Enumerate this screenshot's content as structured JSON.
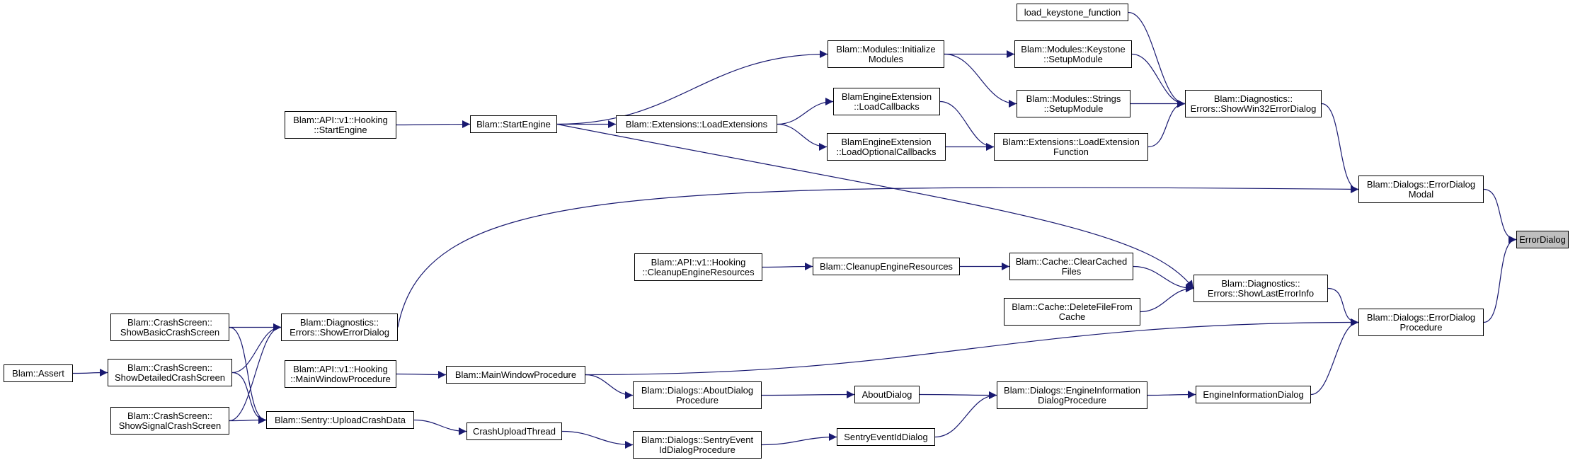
{
  "edge_color": "#191970",
  "node_border_color": "#000000",
  "highlight_color": "#bfbfbf",
  "nodes": [
    {
      "id": "error_dialog",
      "lines": [
        "ErrorDialog"
      ],
      "highlight": true
    },
    {
      "id": "load_keystone",
      "lines": [
        "load_keystone_function"
      ]
    },
    {
      "id": "modules_init",
      "lines": [
        "Blam::Modules::Initialize",
        "Modules"
      ]
    },
    {
      "id": "keystone_setup",
      "lines": [
        "Blam::Modules::Keystone",
        "::SetupModule"
      ]
    },
    {
      "id": "strings_setup",
      "lines": [
        "Blam::Modules::Strings",
        "::SetupModule"
      ]
    },
    {
      "id": "show_win32",
      "lines": [
        "Blam::Diagnostics::",
        "Errors::ShowWin32ErrorDialog"
      ]
    },
    {
      "id": "api_start",
      "lines": [
        "Blam::API::v1::Hooking",
        "::StartEngine"
      ]
    },
    {
      "id": "start_engine",
      "lines": [
        "Blam::StartEngine"
      ]
    },
    {
      "id": "load_extensions",
      "lines": [
        "Blam::Extensions::LoadExtensions"
      ]
    },
    {
      "id": "load_callbacks",
      "lines": [
        "BlamEngineExtension",
        "::LoadCallbacks"
      ]
    },
    {
      "id": "load_optional",
      "lines": [
        "BlamEngineExtension",
        "::LoadOptionalCallbacks"
      ]
    },
    {
      "id": "load_ext_func",
      "lines": [
        "Blam::Extensions::LoadExtension",
        "Function"
      ]
    },
    {
      "id": "dialog_modal",
      "lines": [
        "Blam::Dialogs::ErrorDialog",
        "Modal"
      ]
    },
    {
      "id": "api_cleanup",
      "lines": [
        "Blam::API::v1::Hooking",
        "::CleanupEngineResources"
      ]
    },
    {
      "id": "cleanup",
      "lines": [
        "Blam::CleanupEngineResources"
      ]
    },
    {
      "id": "clear_cached",
      "lines": [
        "Blam::Cache::ClearCached",
        "Files"
      ]
    },
    {
      "id": "delete_file",
      "lines": [
        "Blam::Cache::DeleteFileFrom",
        "Cache"
      ]
    },
    {
      "id": "show_last",
      "lines": [
        "Blam::Diagnostics::",
        "Errors::ShowLastErrorInfo"
      ]
    },
    {
      "id": "dialog_proc",
      "lines": [
        "Blam::Dialogs::ErrorDialog",
        "Procedure"
      ]
    },
    {
      "id": "basic_crash",
      "lines": [
        "Blam::CrashScreen::",
        "ShowBasicCrashScreen"
      ]
    },
    {
      "id": "show_error",
      "lines": [
        "Blam::Diagnostics::",
        "Errors::ShowErrorDialog"
      ]
    },
    {
      "id": "assert",
      "lines": [
        "Blam::Assert"
      ]
    },
    {
      "id": "detailed_crash",
      "lines": [
        "Blam::CrashScreen::",
        "ShowDetailedCrashScreen"
      ]
    },
    {
      "id": "api_mainwnd",
      "lines": [
        "Blam::API::v1::Hooking",
        "::MainWindowProcedure"
      ]
    },
    {
      "id": "main_wnd",
      "lines": [
        "Blam::MainWindowProcedure"
      ]
    },
    {
      "id": "about_proc",
      "lines": [
        "Blam::Dialogs::AboutDialog",
        "Procedure"
      ]
    },
    {
      "id": "about_dialog",
      "lines": [
        "AboutDialog"
      ]
    },
    {
      "id": "engine_info_proc",
      "lines": [
        "Blam::Dialogs::EngineInformation",
        "DialogProcedure"
      ]
    },
    {
      "id": "engine_info",
      "lines": [
        "EngineInformationDialog"
      ]
    },
    {
      "id": "signal_crash",
      "lines": [
        "Blam::CrashScreen::",
        "ShowSignalCrashScreen"
      ]
    },
    {
      "id": "upload_crash",
      "lines": [
        "Blam::Sentry::UploadCrashData"
      ]
    },
    {
      "id": "crash_thread",
      "lines": [
        "CrashUploadThread"
      ]
    },
    {
      "id": "sentry_proc",
      "lines": [
        "Blam::Dialogs::SentryEvent",
        "IdDialogProcedure"
      ]
    },
    {
      "id": "sentry_dialog",
      "lines": [
        "SentryEventIdDialog"
      ]
    }
  ],
  "edges": [
    [
      "dialog_modal",
      "error_dialog"
    ],
    [
      "dialog_proc",
      "error_dialog"
    ],
    [
      "show_win32",
      "dialog_modal"
    ],
    [
      "show_error",
      "dialog_modal"
    ],
    [
      "show_last",
      "dialog_proc"
    ],
    [
      "main_wnd",
      "dialog_proc"
    ],
    [
      "engine_info",
      "dialog_proc"
    ],
    [
      "load_keystone",
      "show_win32"
    ],
    [
      "keystone_setup",
      "show_win32"
    ],
    [
      "strings_setup",
      "show_win32"
    ],
    [
      "load_ext_func",
      "show_win32"
    ],
    [
      "modules_init",
      "keystone_setup"
    ],
    [
      "modules_init",
      "strings_setup"
    ],
    [
      "start_engine",
      "modules_init"
    ],
    [
      "api_start",
      "start_engine"
    ],
    [
      "start_engine",
      "load_extensions"
    ],
    [
      "load_extensions",
      "load_callbacks"
    ],
    [
      "load_extensions",
      "load_optional"
    ],
    [
      "load_callbacks",
      "load_ext_func"
    ],
    [
      "load_optional",
      "load_ext_func"
    ],
    [
      "start_engine",
      "show_last"
    ],
    [
      "clear_cached",
      "show_last"
    ],
    [
      "delete_file",
      "show_last"
    ],
    [
      "cleanup",
      "clear_cached"
    ],
    [
      "api_cleanup",
      "cleanup"
    ],
    [
      "basic_crash",
      "show_error"
    ],
    [
      "detailed_crash",
      "show_error"
    ],
    [
      "signal_crash",
      "show_error"
    ],
    [
      "assert",
      "detailed_crash"
    ],
    [
      "basic_crash",
      "upload_crash"
    ],
    [
      "detailed_crash",
      "upload_crash"
    ],
    [
      "signal_crash",
      "upload_crash"
    ],
    [
      "api_mainwnd",
      "main_wnd"
    ],
    [
      "main_wnd",
      "about_proc"
    ],
    [
      "about_proc",
      "about_dialog"
    ],
    [
      "about_dialog",
      "engine_info_proc"
    ],
    [
      "engine_info_proc",
      "engine_info"
    ],
    [
      "upload_crash",
      "crash_thread"
    ],
    [
      "crash_thread",
      "sentry_proc"
    ],
    [
      "sentry_proc",
      "sentry_dialog"
    ],
    [
      "sentry_dialog",
      "engine_info_proc"
    ]
  ]
}
